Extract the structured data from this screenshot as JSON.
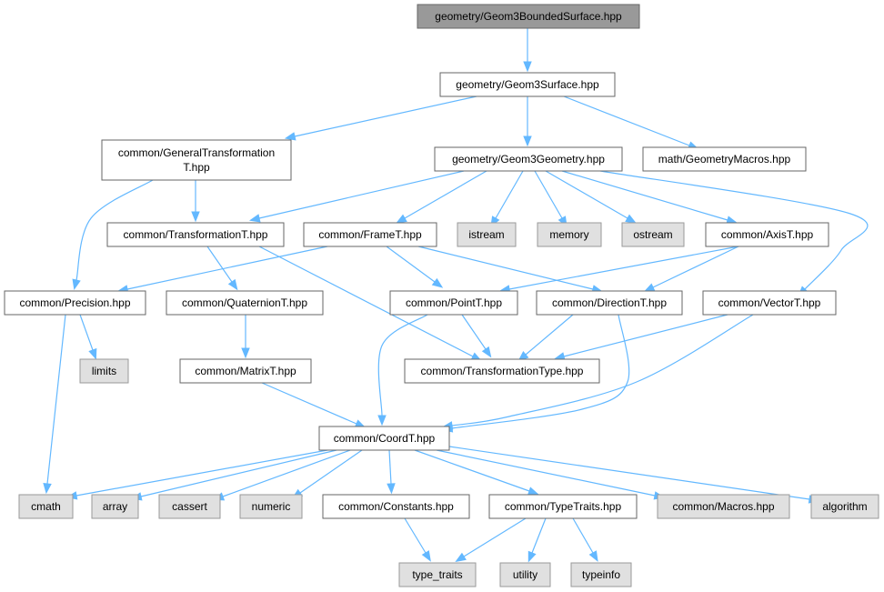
{
  "diagram": {
    "type": "include-dependency-graph",
    "edge_color": "#63b8ff",
    "nodes": [
      {
        "id": "bounded",
        "label": "geometry/Geom3BoundedSurface.hpp",
        "style": "header"
      },
      {
        "id": "surface",
        "label": "geometry/Geom3Surface.hpp",
        "style": "local"
      },
      {
        "id": "gentrans",
        "label": [
          "common/GeneralTransformation",
          "T.hpp"
        ],
        "style": "local"
      },
      {
        "id": "geometry",
        "label": "geometry/Geom3Geometry.hpp",
        "style": "local"
      },
      {
        "id": "geommacros",
        "label": "math/GeometryMacros.hpp",
        "style": "local"
      },
      {
        "id": "transT",
        "label": "common/TransformationT.hpp",
        "style": "local"
      },
      {
        "id": "frameT",
        "label": "common/FrameT.hpp",
        "style": "local"
      },
      {
        "id": "istream",
        "label": "istream",
        "style": "system"
      },
      {
        "id": "memory",
        "label": "memory",
        "style": "system"
      },
      {
        "id": "ostream",
        "label": "ostream",
        "style": "system"
      },
      {
        "id": "axisT",
        "label": "common/AxisT.hpp",
        "style": "local"
      },
      {
        "id": "precision",
        "label": "common/Precision.hpp",
        "style": "local"
      },
      {
        "id": "quatT",
        "label": "common/QuaternionT.hpp",
        "style": "local"
      },
      {
        "id": "pointT",
        "label": "common/PointT.hpp",
        "style": "local"
      },
      {
        "id": "dirT",
        "label": "common/DirectionT.hpp",
        "style": "local"
      },
      {
        "id": "vecT",
        "label": "common/VectorT.hpp",
        "style": "local"
      },
      {
        "id": "limits",
        "label": "limits",
        "style": "system"
      },
      {
        "id": "matT",
        "label": "common/MatrixT.hpp",
        "style": "local"
      },
      {
        "id": "transType",
        "label": "common/TransformationType.hpp",
        "style": "local"
      },
      {
        "id": "coordT",
        "label": "common/CoordT.hpp",
        "style": "local"
      },
      {
        "id": "cmath",
        "label": "cmath",
        "style": "system"
      },
      {
        "id": "array",
        "label": "array",
        "style": "system"
      },
      {
        "id": "cassert",
        "label": "cassert",
        "style": "system"
      },
      {
        "id": "numeric",
        "label": "numeric",
        "style": "system"
      },
      {
        "id": "constants",
        "label": "common/Constants.hpp",
        "style": "local"
      },
      {
        "id": "typetraitsh",
        "label": "common/TypeTraits.hpp",
        "style": "local"
      },
      {
        "id": "macros",
        "label": "common/Macros.hpp",
        "style": "system"
      },
      {
        "id": "algorithm",
        "label": "algorithm",
        "style": "system"
      },
      {
        "id": "type_traits",
        "label": "type_traits",
        "style": "system"
      },
      {
        "id": "utility",
        "label": "utility",
        "style": "system"
      },
      {
        "id": "typeinfo",
        "label": "typeinfo",
        "style": "system"
      }
    ],
    "edges": [
      [
        "bounded",
        "surface"
      ],
      [
        "surface",
        "gentrans"
      ],
      [
        "surface",
        "geometry"
      ],
      [
        "surface",
        "geommacros"
      ],
      [
        "gentrans",
        "transT"
      ],
      [
        "gentrans",
        "precision"
      ],
      [
        "geometry",
        "transT"
      ],
      [
        "geometry",
        "frameT"
      ],
      [
        "geometry",
        "istream"
      ],
      [
        "geometry",
        "memory"
      ],
      [
        "geometry",
        "ostream"
      ],
      [
        "geometry",
        "axisT"
      ],
      [
        "geometry",
        "vecT"
      ],
      [
        "transT",
        "quatT"
      ],
      [
        "transT",
        "transType"
      ],
      [
        "frameT",
        "precision"
      ],
      [
        "frameT",
        "pointT"
      ],
      [
        "frameT",
        "dirT"
      ],
      [
        "axisT",
        "pointT"
      ],
      [
        "axisT",
        "dirT"
      ],
      [
        "precision",
        "limits"
      ],
      [
        "precision",
        "cmath"
      ],
      [
        "quatT",
        "matT"
      ],
      [
        "matT",
        "coordT"
      ],
      [
        "pointT",
        "transType"
      ],
      [
        "pointT",
        "coordT"
      ],
      [
        "dirT",
        "transType"
      ],
      [
        "dirT",
        "coordT"
      ],
      [
        "vecT",
        "transType"
      ],
      [
        "vecT",
        "coordT"
      ],
      [
        "coordT",
        "cmath"
      ],
      [
        "coordT",
        "array"
      ],
      [
        "coordT",
        "cassert"
      ],
      [
        "coordT",
        "numeric"
      ],
      [
        "coordT",
        "constants"
      ],
      [
        "coordT",
        "typetraitsh"
      ],
      [
        "coordT",
        "macros"
      ],
      [
        "coordT",
        "algorithm"
      ],
      [
        "constants",
        "type_traits"
      ],
      [
        "typetraitsh",
        "type_traits"
      ],
      [
        "typetraitsh",
        "utility"
      ],
      [
        "typetraitsh",
        "typeinfo"
      ]
    ]
  }
}
